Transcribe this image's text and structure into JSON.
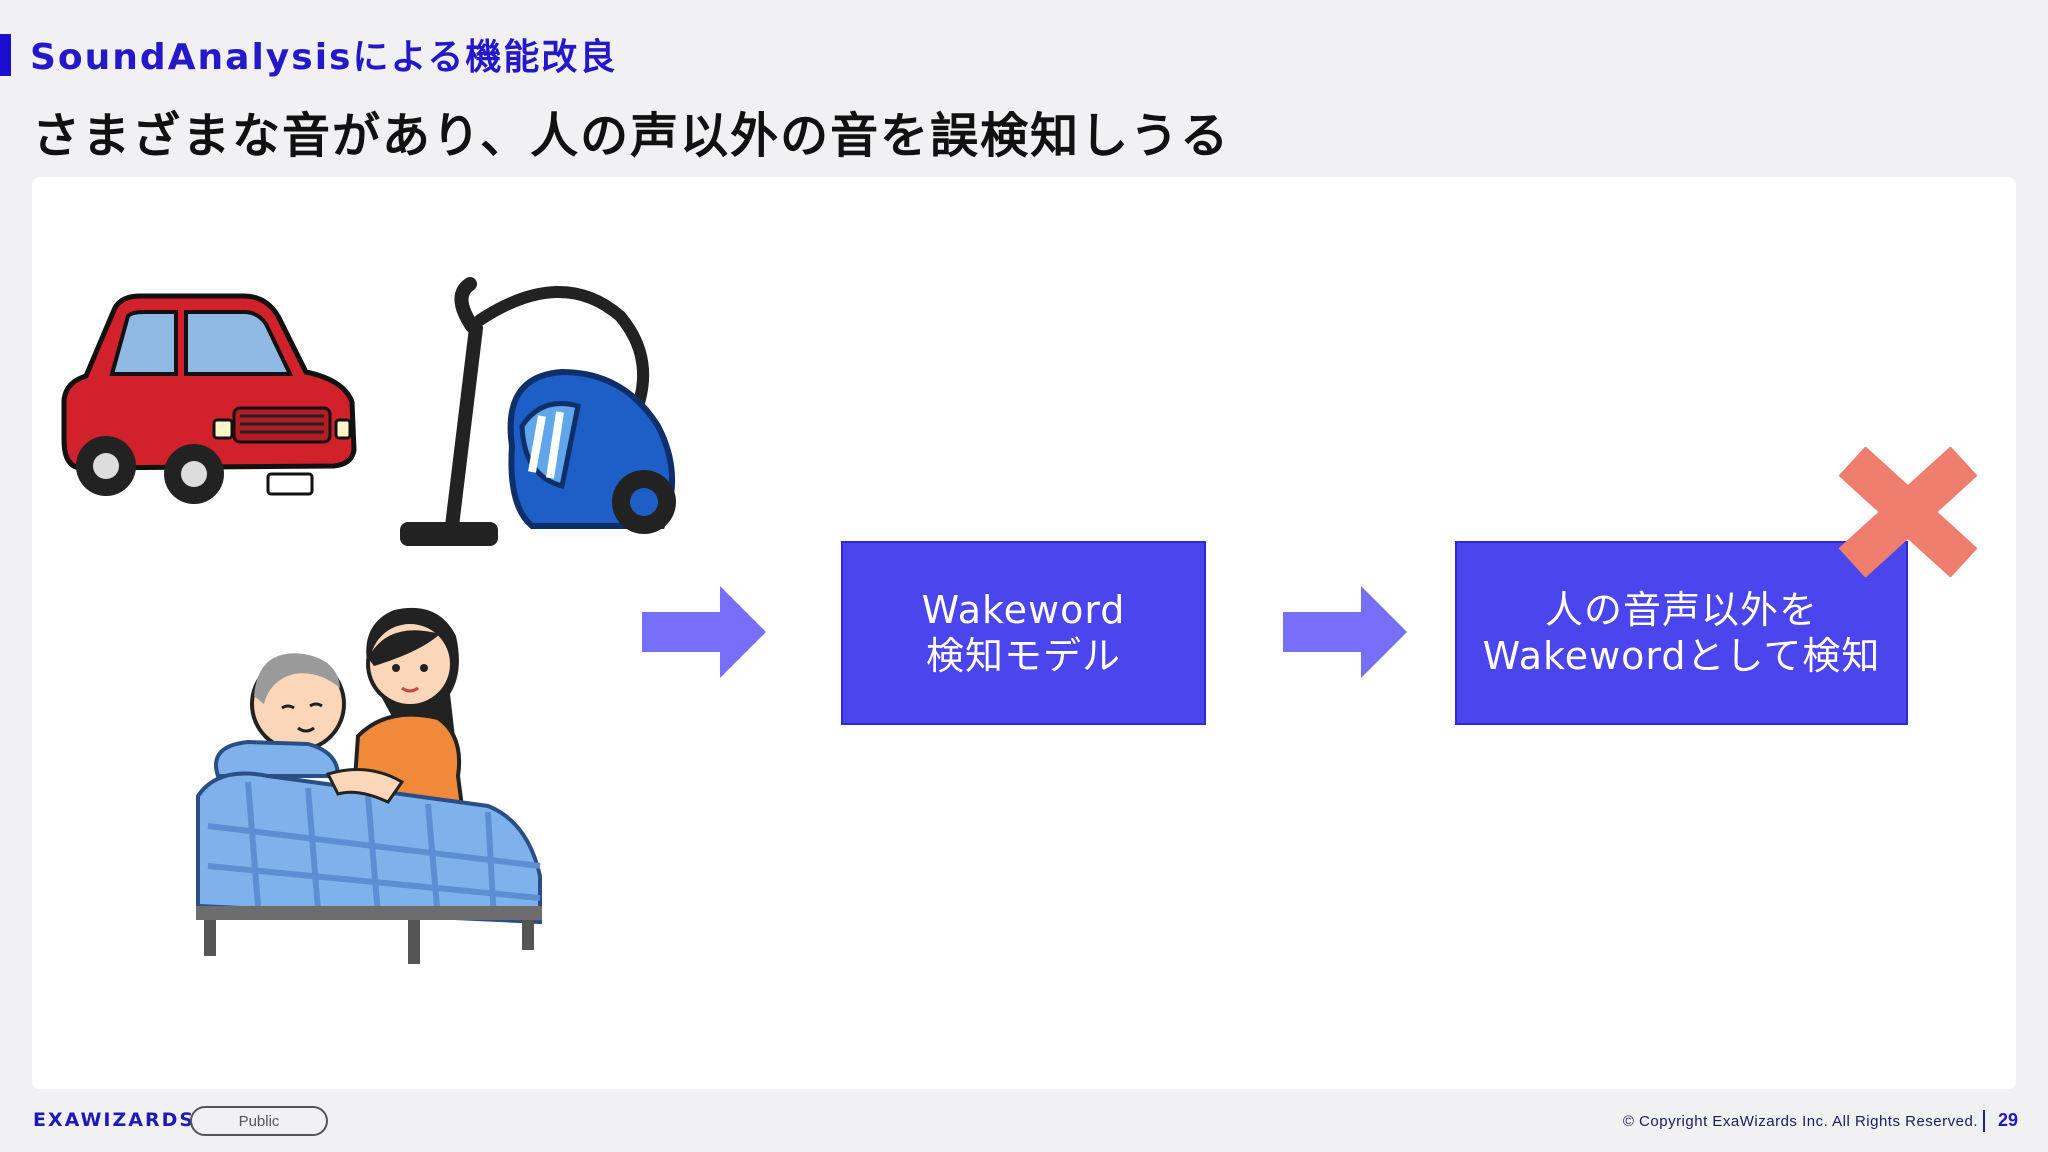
{
  "header": {
    "section": "SoundAnalysisによる機能改良",
    "title": "さまざまな音があり、人の声以外の音を誤検知しうる"
  },
  "flow": {
    "model_box_line1": "Wakeword",
    "model_box_line2": "検知モデル",
    "result_box_line1": "人の音声以外を",
    "result_box_line2": "Wakewordとして検知"
  },
  "illustrations": [
    "car-icon",
    "vacuum-cleaner-icon",
    "caregiver-bed-icon"
  ],
  "footer": {
    "logo": "EXAWIZARDS",
    "badge": "Public",
    "copyright": "© Copyright ExaWizards Inc. All Rights Reserved.",
    "page_number": "29"
  },
  "colors": {
    "accent": "#1a0fd0",
    "box_fill": "#4a45ec",
    "arrow": "#7570f7",
    "cross": "#f07e6e"
  }
}
